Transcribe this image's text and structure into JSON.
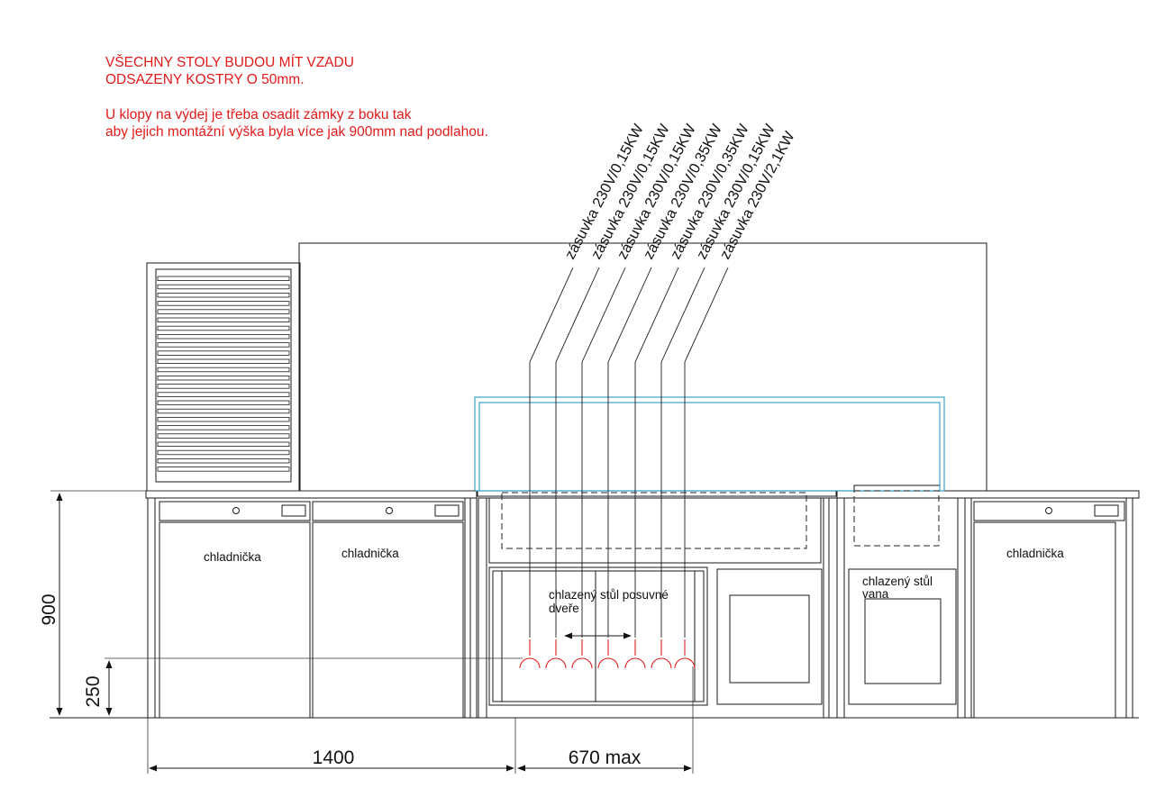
{
  "notes": [
    [
      "VŠECHNY STOLY BUDOU MÍT VZADU",
      "ODSAZENY KOSTRY O 50mm."
    ],
    [
      "U klopy na výdej je třeba osadit zámky z boku tak",
      "aby jejich montážní výška byla více jak 900mm nad podlahou."
    ]
  ],
  "sockets": [
    "zásuvka 230V/0,15KW",
    "zásuvka 230V/0,15KW",
    "zásuvka 230V/0,15KW",
    "zásuvka 230V/0,35KW",
    "zásuvka 230V/0,35KW",
    "zásuvka 230V/0,15KW",
    "zásuvka 230V/2,1KW"
  ],
  "units": {
    "fridge_1": "chladnička",
    "fridge_2": "chladnička",
    "fridge_3": "chladnička",
    "sliding_table": [
      "chlazený stůl posuvné",
      "dveře"
    ],
    "tub_table": [
      "chlazený stůl",
      "vana"
    ]
  },
  "dimensions": {
    "height_total": "900",
    "height_sockets": "250",
    "width_fridges": "1400",
    "width_sockets": "670 max"
  },
  "colors": {
    "notes": "#e11a1a",
    "sockets": "#e11a1a",
    "display_case": "#2a9bc4",
    "lines": "#1a1a1a"
  }
}
